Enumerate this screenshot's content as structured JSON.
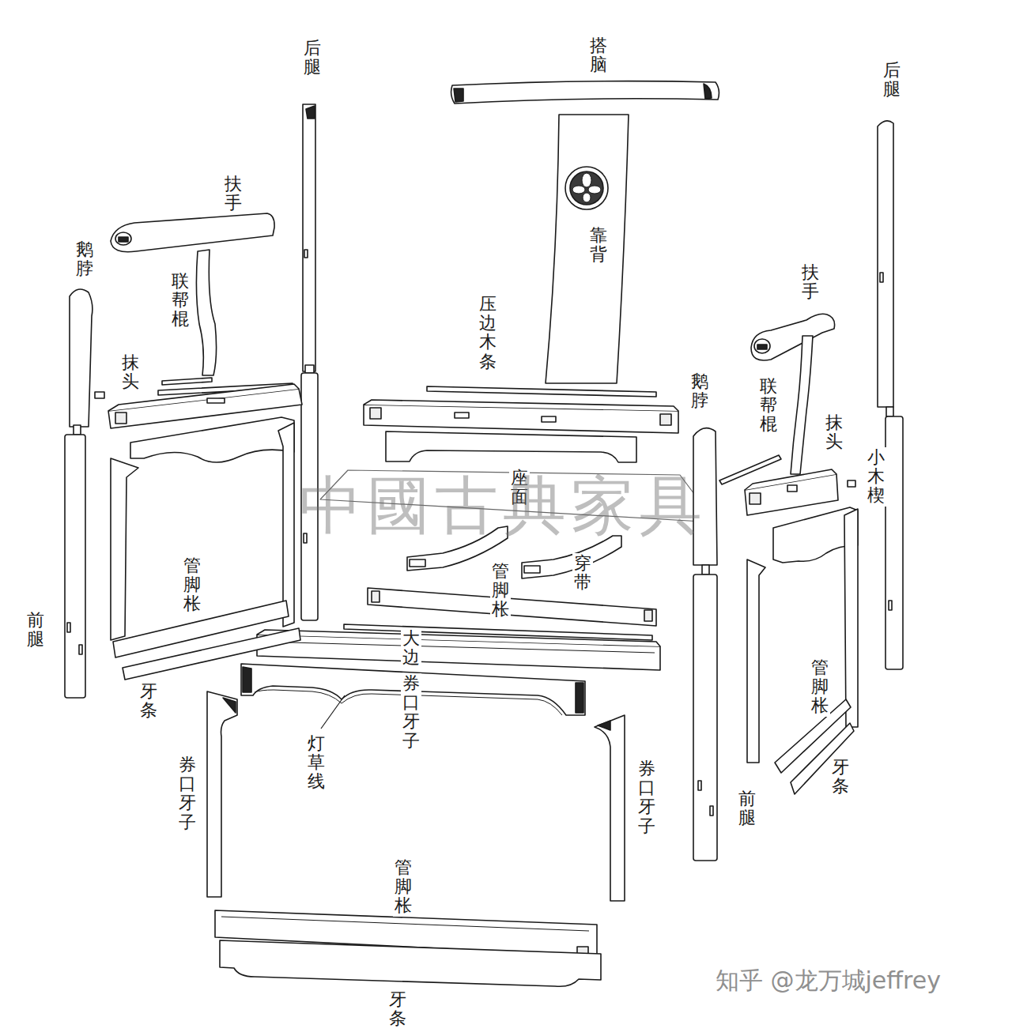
{
  "diagram": {
    "labels": [
      "后腿",
      "搭脑",
      "后腿",
      "扶手",
      "鹅脖",
      "靠背",
      "联帮棍",
      "扶手",
      "压边木条",
      "抹头",
      "鹅脖",
      "联帮棍",
      "抹头",
      "小木楔",
      "座面",
      "中國古典家具",
      "穿带",
      "管脚枨",
      "管脚枨",
      "前腿",
      "大边",
      "牙条",
      "券口牙子",
      "管脚枨",
      "灯草线",
      "券口牙子",
      "牙条",
      "券口牙子",
      "前腿",
      "管脚枨",
      "牙条",
      "知乎 @龙万城jeffrey"
    ]
  }
}
